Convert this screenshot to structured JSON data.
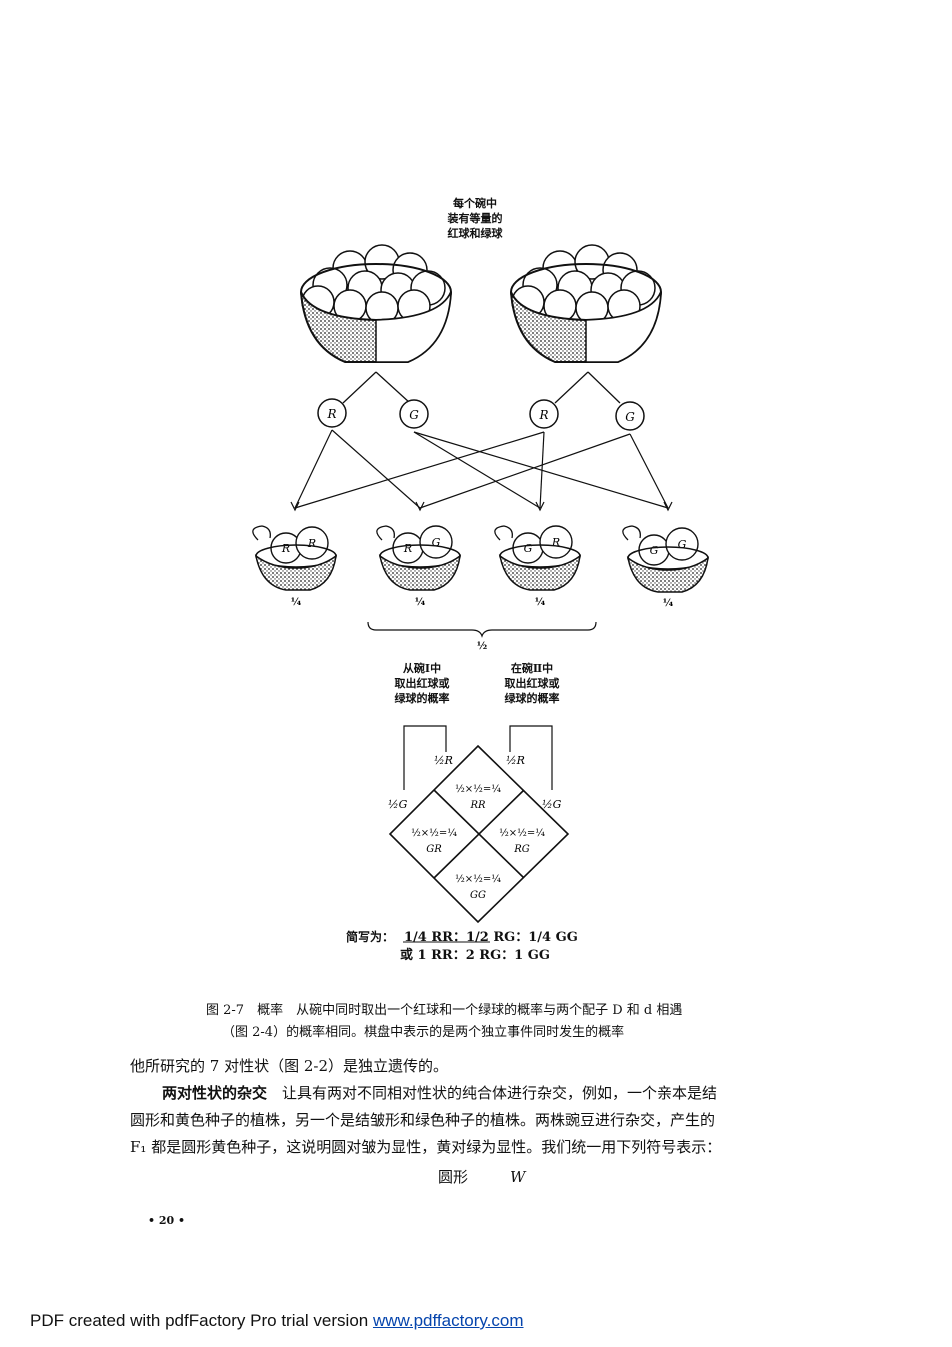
{
  "figure": {
    "top_label": [
      "每个碗中",
      "装有等量的",
      "红球和绿球"
    ],
    "gametes": [
      "R",
      "G",
      "R",
      "G"
    ],
    "bowl_pairs": [
      [
        "R",
        "R"
      ],
      [
        "R",
        "G"
      ],
      [
        "G",
        "R"
      ],
      [
        "G",
        "G"
      ]
    ],
    "bowl_probs": [
      "¼",
      "¼",
      "¼",
      "¼"
    ],
    "brace_label": "½",
    "bowl1_label": [
      "从碗Ⅰ中",
      "取出红球或",
      "绿球的概率"
    ],
    "bowl2_label": [
      "在碗Ⅱ中",
      "取出红球或",
      "绿球的概率"
    ],
    "board": {
      "left_top": "½R",
      "right_top": "½R",
      "left_mid": "½G",
      "right_mid": "½G",
      "top_cell": [
        "½×½=¼",
        "RR"
      ],
      "left_cell": [
        "½×½=¼",
        "GR"
      ],
      "right_cell": [
        "½×½=¼",
        "RG"
      ],
      "bottom_cell": [
        "½×½=¼",
        "GG"
      ]
    },
    "summary_prefix": "简写为：",
    "summary_line1": "1/4 RR：1/2 RG：1/4 GG",
    "summary_line2": "或 1 RR：2 RG：1 GG"
  },
  "caption": {
    "line1": "图 2-7　概率　从碗中同时取出一个红球和一个绿球的概率与两个配子 D 和 d 相遇",
    "line2": "（图 2-4）的概率相同。棋盘中表示的是两个独立事件同时发生的概率"
  },
  "body": {
    "line1": "他所研究的 7 对性状（图 2-2）是独立遗传的。",
    "heading": "两对性状的杂交",
    "line2_rest": "　让具有两对不同相对性状的纯合体进行杂交，例如，一个亲本是结",
    "line3": "圆形和黄色种子的植株，另一个是结皱形和绿色种子的植株。两株豌豆进行杂交，产生的",
    "line4": "F₁ 都是圆形黄色种子，这说明圆对皱为显性，黄对绿为显性。我们统一用下列符号表示：",
    "symbol_word": "圆形",
    "symbol_letter": "W"
  },
  "page_number": "• 20 •",
  "footer": {
    "text": "PDF created with pdfFactory Pro trial version ",
    "link": "www.pdffactory.com"
  }
}
